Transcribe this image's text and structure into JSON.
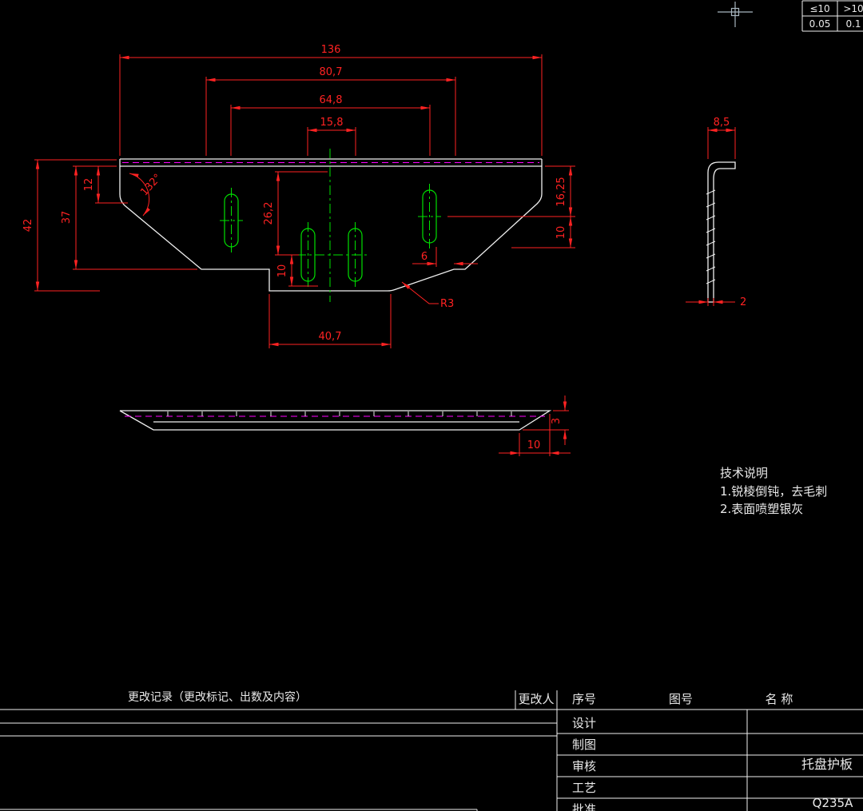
{
  "tolerance_table": {
    "h1": "≤10",
    "h2": ">10",
    "v1": "0.05",
    "v2": "0.1"
  },
  "front_view": {
    "dim_overall_width": "136",
    "dim_span_80_7": "80,7",
    "dim_outer_slot_centers": "64,8",
    "dim_inner_slot_centers": "15,8",
    "dim_total_height": "42",
    "dim_body_height": "37",
    "dim_edge_flat": "12",
    "bend_angle": "132°",
    "dim_26_2": "26,2",
    "dim_10_mid": "10",
    "dim_right_16_25": "16,25",
    "dim_right_10": "10",
    "dim_6": "6",
    "radius_label": "R3",
    "dim_tab_width": "40,7"
  },
  "side_view": {
    "dim_flange": "8,5",
    "dim_thickness": "2"
  },
  "bottom_view": {
    "dim_chamfer": "10",
    "dim_thickness": "3"
  },
  "tech_notes": {
    "title": "技术说明",
    "items": [
      "1.锐棱倒钝，去毛刺",
      "2.表面喷塑银灰"
    ]
  },
  "title_block": {
    "revision_header": "更改记录（更改标记、出数及内容）",
    "col_reviser": "更改人",
    "col_serial": "序号",
    "col_drawing_no": "图号",
    "col_name": "名  称",
    "row_design": "设计",
    "row_draft": "制图",
    "row_check": "审核",
    "row_process": "工艺",
    "row_approve": "批准",
    "part_name": "托盘护板",
    "material": "Q235A"
  },
  "colors": {
    "bg": "#000000",
    "outline": "#f0f0f0",
    "dimension": "#ff2222",
    "center": "#00e000",
    "hidden": "#ff00ff",
    "cursor": "#a8b6bf",
    "text": "#e9e9e9"
  }
}
